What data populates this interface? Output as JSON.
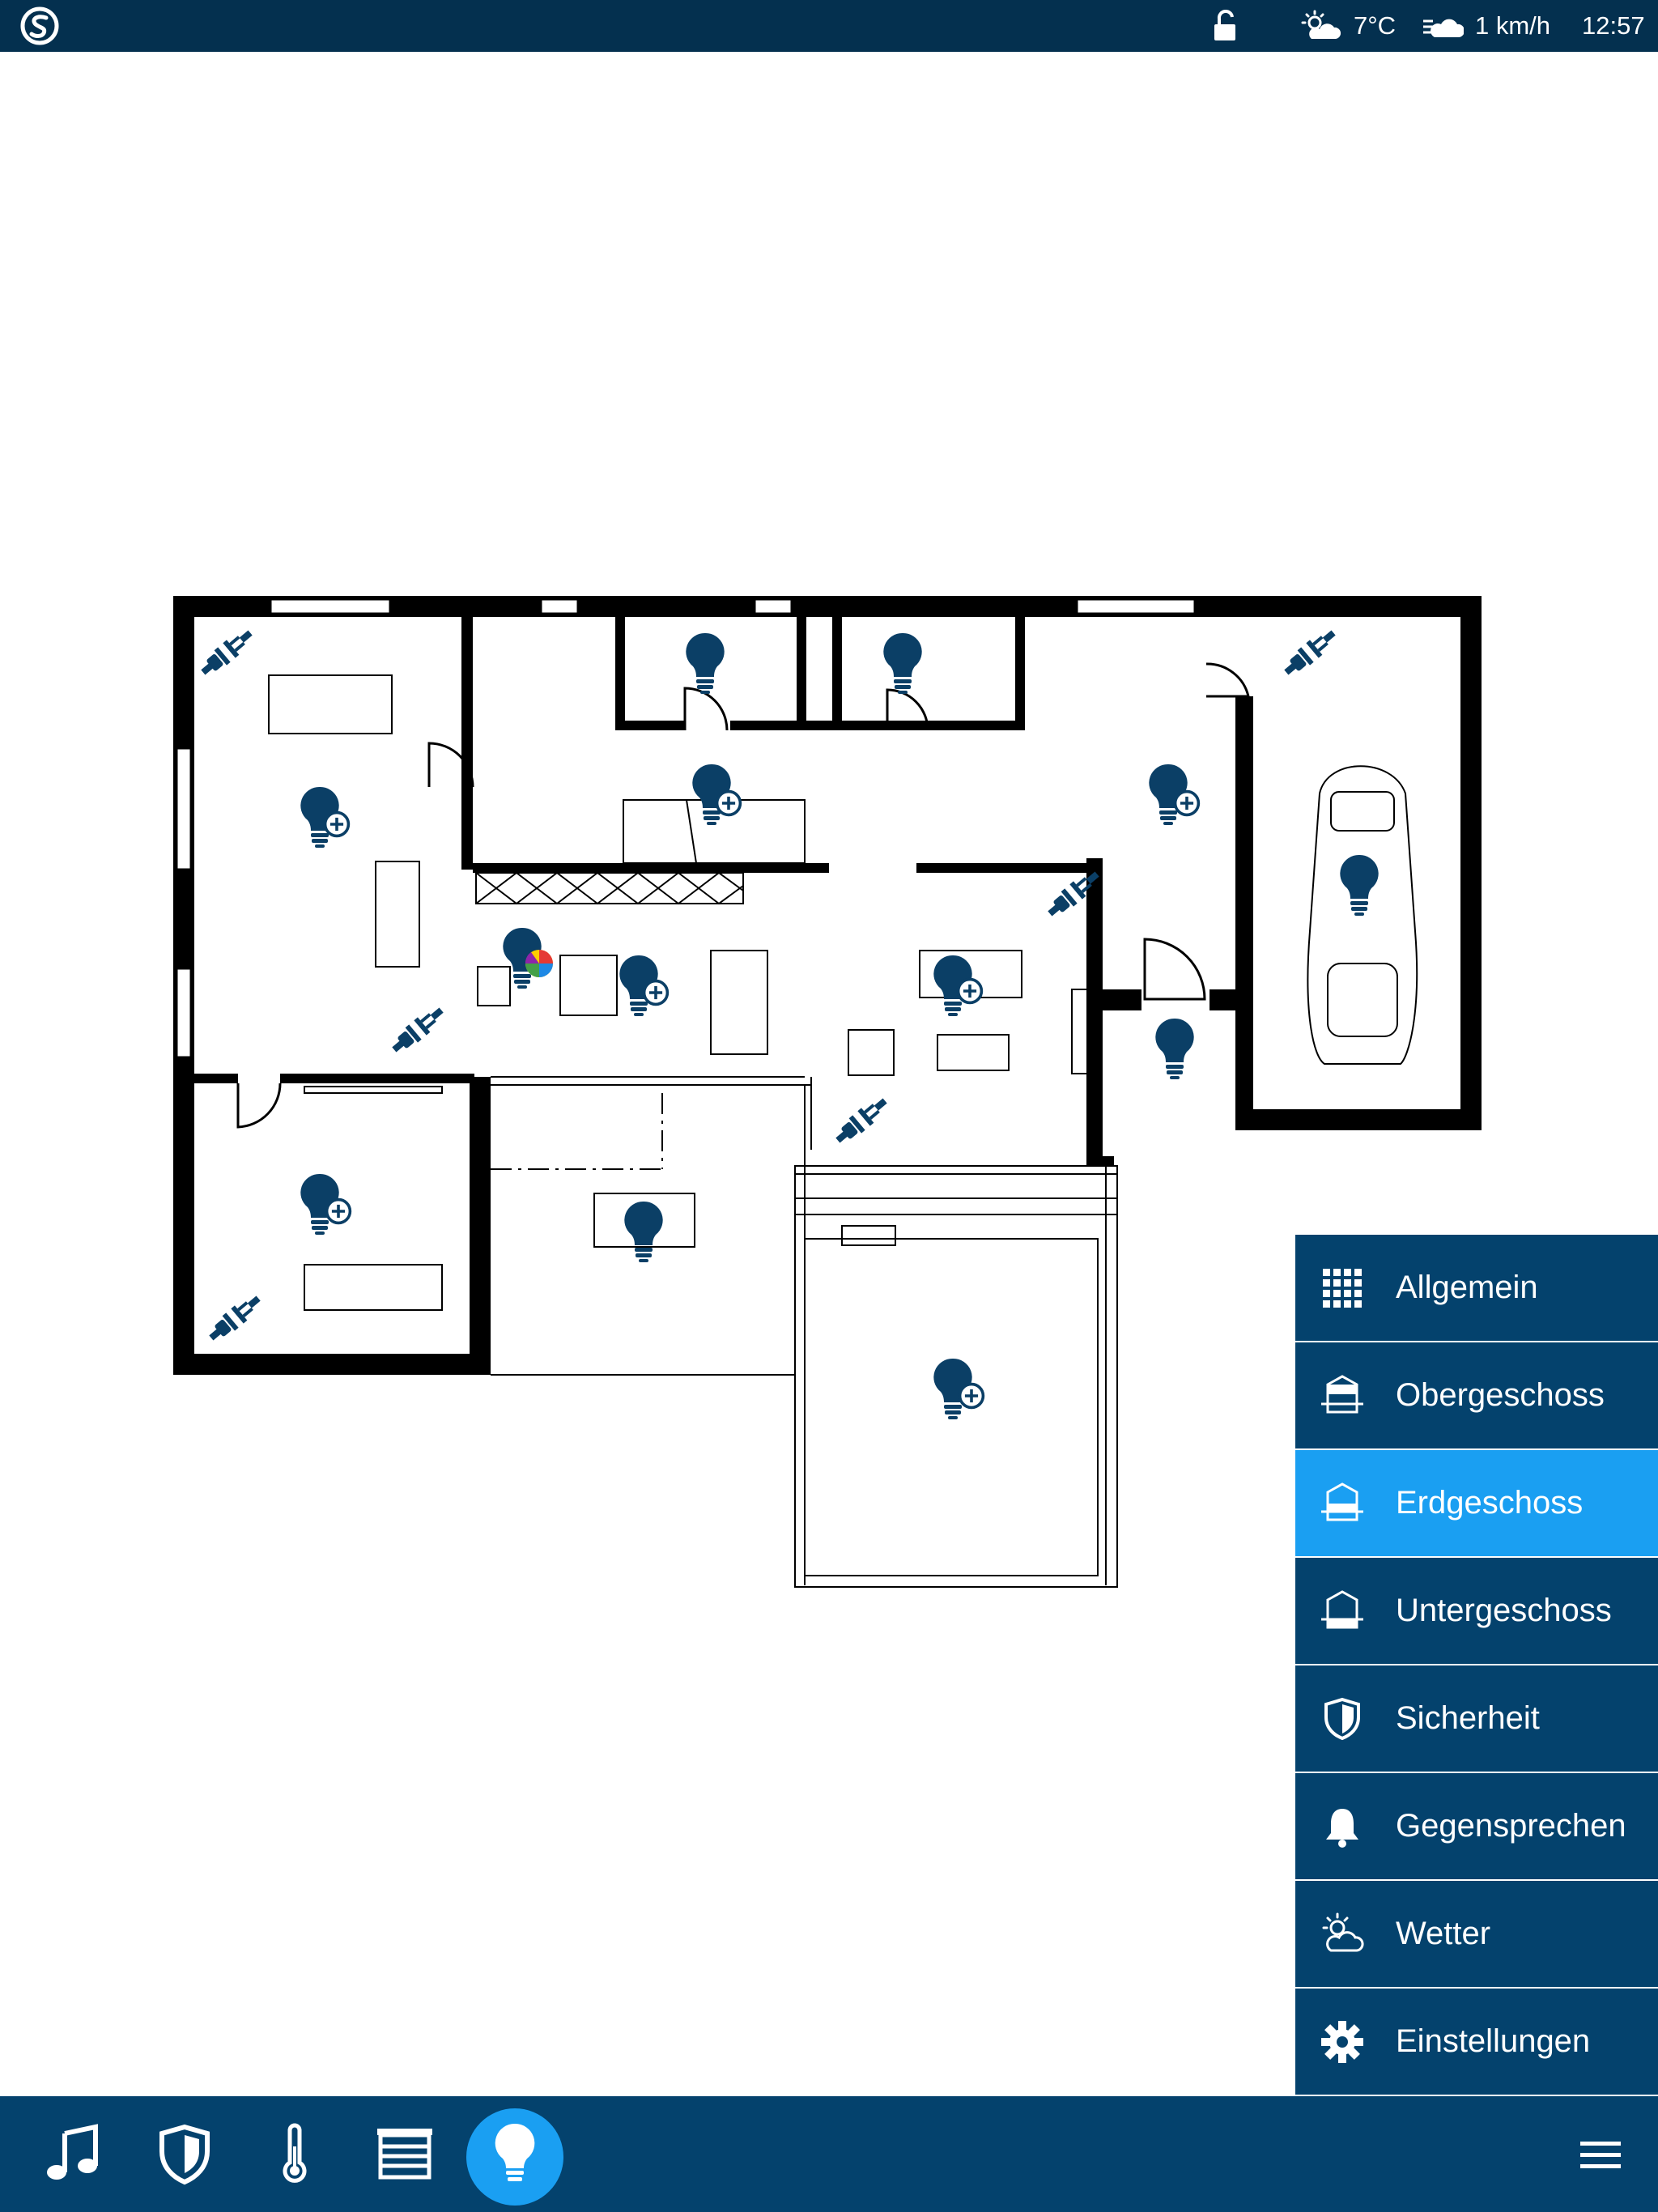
{
  "status_bar": {
    "logo_icon": "app-logo-icon",
    "lock_icon": "unlocked-lock-icon",
    "weather_icon": "sun-behind-cloud-icon",
    "temperature": "7°C",
    "wind_icon": "wind-cloud-icon",
    "wind_speed": "1 km/h",
    "time": "12:57"
  },
  "side_menu": {
    "items": [
      {
        "label": "Allgemein",
        "icon": "grid-icon",
        "active": false
      },
      {
        "label": "Obergeschoss",
        "icon": "floor-icon",
        "active": false
      },
      {
        "label": "Erdgeschoss",
        "icon": "floor-icon",
        "active": true
      },
      {
        "label": "Untergeschoss",
        "icon": "floor-icon",
        "active": false
      },
      {
        "label": "Sicherheit",
        "icon": "shield-icon",
        "active": false
      },
      {
        "label": "Gegensprechen",
        "icon": "bell-icon",
        "active": false
      },
      {
        "label": "Wetter",
        "icon": "weather-icon",
        "active": false
      },
      {
        "label": "Einstellungen",
        "icon": "gear-icon",
        "active": false
      }
    ]
  },
  "bottom_bar": {
    "items": [
      {
        "icon": "music-note-icon",
        "active": false
      },
      {
        "icon": "shield-icon",
        "active": false
      },
      {
        "icon": "thermometer-icon",
        "active": false
      },
      {
        "icon": "blinds-icon",
        "active": false
      },
      {
        "icon": "lightbulb-icon",
        "active": true
      }
    ],
    "menu_icon": "hamburger-menu-icon"
  },
  "colors": {
    "top_bar": "#04304f",
    "menu": "#04426d",
    "active": "#1a9ff2",
    "device": "#0b3f66"
  },
  "floor_plan": {
    "devices": [
      {
        "type": "plug-icon"
      },
      {
        "type": "lightbulb-plus-icon"
      },
      {
        "type": "plug-icon"
      },
      {
        "type": "lightbulb-icon"
      },
      {
        "type": "lightbulb-icon"
      },
      {
        "type": "lightbulb-plus-icon"
      },
      {
        "type": "lightbulb-plus-icon"
      },
      {
        "type": "plug-icon"
      },
      {
        "type": "lightbulb-icon"
      },
      {
        "type": "plug-icon"
      },
      {
        "type": "lightbulb-color-icon"
      },
      {
        "type": "lightbulb-plus-icon"
      },
      {
        "type": "lightbulb-plus-icon"
      },
      {
        "type": "lightbulb-icon"
      },
      {
        "type": "plug-icon"
      },
      {
        "type": "lightbulb-plus-icon"
      },
      {
        "type": "plug-icon"
      },
      {
        "type": "lightbulb-icon"
      },
      {
        "type": "lightbulb-plus-icon"
      }
    ]
  }
}
